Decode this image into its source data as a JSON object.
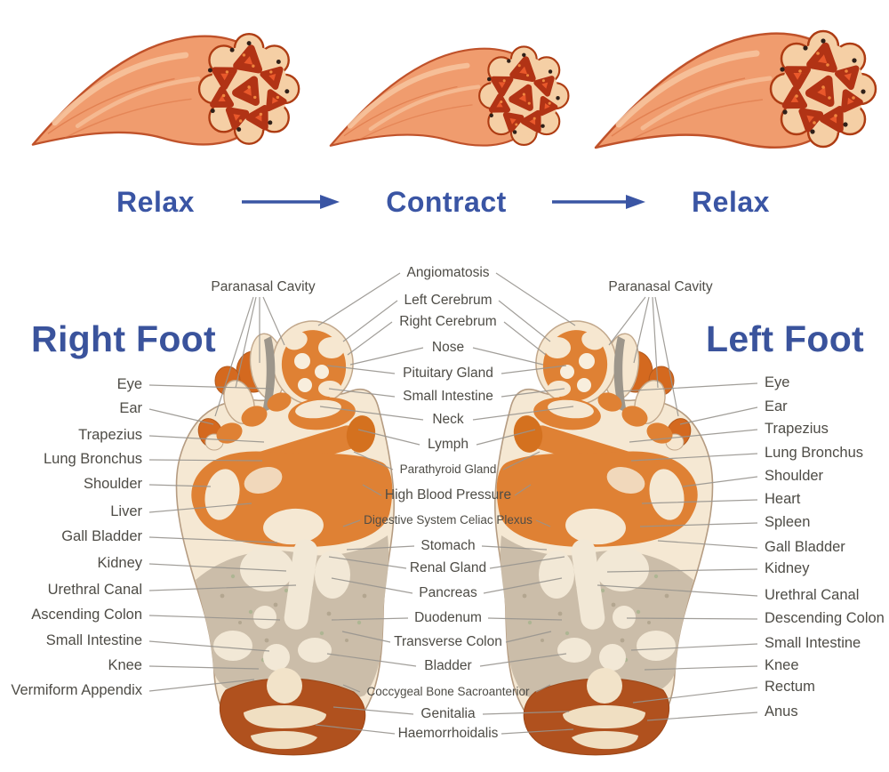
{
  "muscle_sequence": {
    "stage_labels": [
      "Relax",
      "Contract",
      "Relax"
    ]
  },
  "reflexology": {
    "right_foot_title": "Right Foot",
    "left_foot_title": "Left Foot",
    "paranasal_left": "Paranasal Cavity",
    "paranasal_right": "Paranasal Cavity",
    "right_foot_labels": [
      "Eye",
      "Ear",
      "Trapezius",
      "Lung Bronchus",
      "Shoulder",
      "Liver",
      "Gall Bladder",
      "Kidney",
      "Urethral Canal",
      "Ascending Colon",
      "Small Intestine",
      "Knee",
      "Vermiform Appendix"
    ],
    "center_labels": [
      "Angiomatosis",
      "Left Cerebrum",
      "Right Cerebrum",
      "Nose",
      "Pituitary Gland",
      "Small Intestine",
      "Neck",
      "Lymph",
      "Parathyroid Gland",
      "High Blood Pressure",
      "Digestive System Celiac Plexus",
      "Stomach",
      "Renal Gland",
      "Pancreas",
      "Duodenum",
      "Transverse Colon",
      "Bladder",
      "Coccygeal Bone Sacroanterior",
      "Genitalia",
      "Haemorrhoidalis"
    ],
    "left_foot_labels": [
      "Eye",
      "Ear",
      "Trapezius",
      "Lung Bronchus",
      "Shoulder",
      "Heart",
      "Spleen",
      "Gall Bladder",
      "Kidney",
      "Urethral Canal",
      "Descending Colon",
      "Small Intestine",
      "Knee",
      "Rectum",
      "Anus"
    ]
  },
  "colors": {
    "accent_blue": "#3a55a4",
    "title_blue": "#3a539c",
    "label_text": "#4e4c46",
    "leader_line": "#97948e",
    "muscle_body": "#f09c6e",
    "muscle_fiber": "#e9582b",
    "cross_section_bg": "#f5cfa5",
    "sole_cream": "#f5e8d3",
    "zone_orange": "#df8134",
    "toe_orange": "#d4691f",
    "band_tan": "#cbbda9",
    "heel_rust": "#b0511e"
  }
}
